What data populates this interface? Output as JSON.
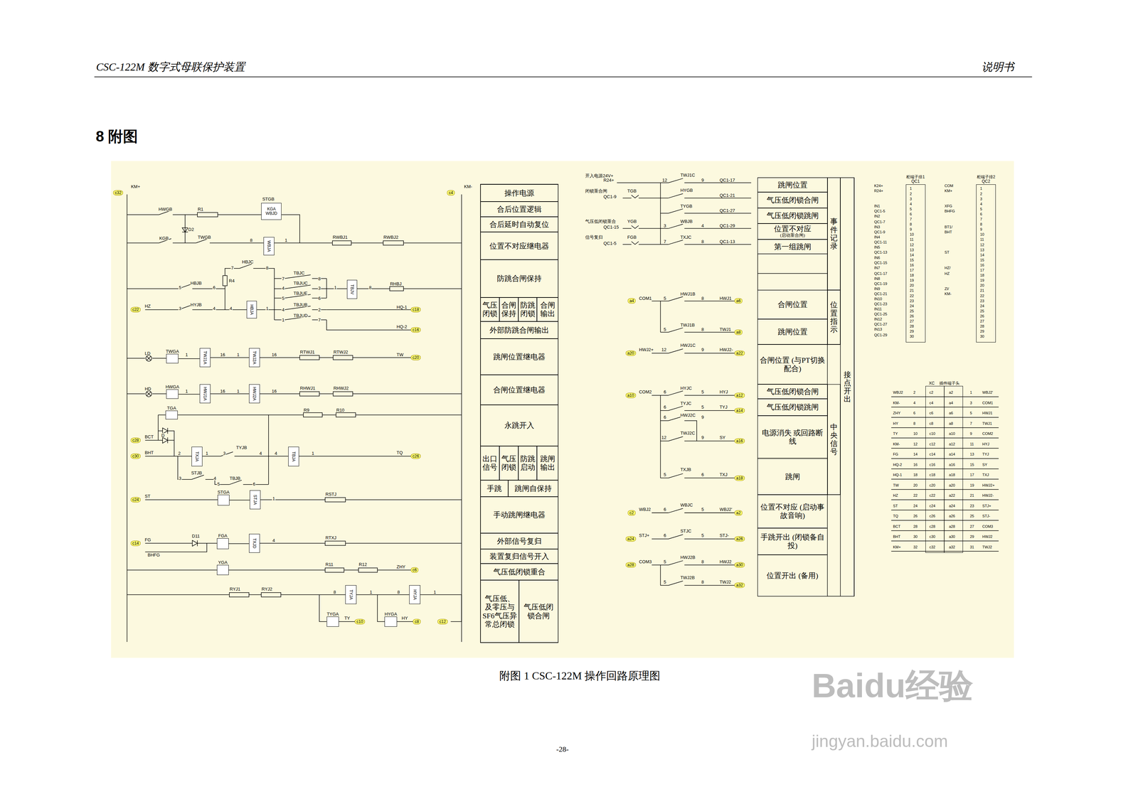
{
  "diagram": {
    "title": "8 附图",
    "caption": "附图 1 CSC-122M 操作回路原理图",
    "nodes": [
      {
        "text": [
          "KGA",
          "WBJD"
        ]
      },
      {
        "text": [
          "WBJA"
        ]
      },
      {
        "text": [
          "HBJA"
        ]
      },
      {
        "text": [
          "TBJV"
        ]
      },
      {
        "text": [
          "TWGA"
        ]
      },
      {
        "text": [
          "TWJ1A"
        ]
      },
      {
        "text": [
          "TWJ2A"
        ]
      },
      {
        "text": [
          "HWGA"
        ]
      },
      {
        "text": [
          "HWJ1A"
        ]
      },
      {
        "text": [
          "HWJ2A"
        ]
      },
      {
        "text": [
          "TGA"
        ]
      },
      {
        "text": [
          "TXJA"
        ]
      },
      {
        "text": [
          "TBJA"
        ]
      },
      {
        "text": [
          "STGA"
        ]
      },
      {
        "text": [
          "STJA"
        ]
      },
      {
        "text": [
          "FGA"
        ]
      },
      {
        "text": [
          "TXJD"
        ]
      },
      {
        "text": [
          "YGA"
        ]
      },
      {
        "text": [
          "TYJA"
        ]
      },
      {
        "text": [
          "HYJA"
        ]
      },
      {
        "text": [
          "TYGA"
        ]
      },
      {
        "text": [
          "HYGA"
        ]
      },
      {
        "text": [
          "操作电源"
        ]
      },
      {
        "text": [
          "合后位置逻辑"
        ]
      },
      {
        "text": [
          "合后延时自动复位"
        ]
      },
      {
        "text": [
          "位置不对应继电器"
        ]
      },
      {
        "text": [
          "防跳合闸保持"
        ]
      },
      {
        "text": [
          "气压闭锁"
        ]
      },
      {
        "text": [
          "合闸保持"
        ]
      },
      {
        "text": [
          "防跳闭锁"
        ]
      },
      {
        "text": [
          "合闸输出"
        ]
      },
      {
        "text": [
          "外部防跳合闸输出"
        ]
      },
      {
        "text": [
          "跳闸位置继电器"
        ]
      },
      {
        "text": [
          "合闸位置继电器"
        ]
      },
      {
        "text": [
          "永跳开入"
        ]
      },
      {
        "text": [
          "出口信号"
        ]
      },
      {
        "text": [
          "气压闭锁"
        ]
      },
      {
        "text": [
          "防跳启动"
        ]
      },
      {
        "text": [
          "跳闸输出"
        ]
      },
      {
        "text": [
          "手跳"
        ]
      },
      {
        "text": [
          "跳闸自保持"
        ]
      },
      {
        "text": [
          "手动跳闸继电器"
        ]
      },
      {
        "text": [
          "外部信号复归"
        ]
      },
      {
        "text": [
          "装置复归信号开入"
        ]
      },
      {
        "text": [
          "气压低闭锁重合"
        ]
      },
      {
        "text": [
          "气压低、及零压与SF6气压异常总闭锁"
        ]
      },
      {
        "text": [
          "气压低闭锁合闸"
        ]
      },
      {
        "text": [
          "跳闸位置"
        ]
      },
      {
        "text": [
          "气压低闭锁合闸"
        ]
      },
      {
        "text": [
          "气压低闭锁跳闸"
        ]
      },
      {
        "text": [
          "位置不对应",
          "(启动重合闸)"
        ]
      },
      {
        "text": [
          "第一组跳闸"
        ]
      },
      {
        "text": [
          "合闸位置"
        ]
      },
      {
        "text": [
          "跳闸位置"
        ]
      },
      {
        "text": [
          "合闸位置 (与PT切换配合)"
        ]
      },
      {
        "text": [
          "气压低闭锁合闸"
        ]
      },
      {
        "text": [
          "气压低闭锁跳闸"
        ]
      },
      {
        "text": [
          "电源消失 或回路断线"
        ]
      },
      {
        "text": [
          "跳闸"
        ]
      },
      {
        "text": [
          "位置不对应 (启动事故音响)"
        ]
      },
      {
        "text": [
          "手跳开出 (闭锁备自投)"
        ]
      },
      {
        "text": [
          "位置开出 (备用)"
        ]
      },
      {
        "text": [
          "事件记录"
        ]
      },
      {
        "text": [
          "位置指示"
        ]
      },
      {
        "text": [
          "中央信号"
        ]
      },
      {
        "text": [
          "接点开出"
        ]
      },
      {
        "text": [
          "柜端子排1",
          "QC1"
        ]
      },
      {
        "text": [
          "柜端子排2",
          "QC2"
        ]
      },
      {
        "text": [
          "XC",
          "插件端子头"
        ]
      }
    ],
    "edges": [
      {
        "from": 4,
        "to": 5,
        "arrow": "none"
      },
      {
        "from": 5,
        "to": 6,
        "arrow": "none"
      },
      {
        "from": 7,
        "to": 8,
        "arrow": "none"
      },
      {
        "from": 8,
        "to": 9,
        "arrow": "none"
      },
      {
        "from": 13,
        "to": 14,
        "arrow": "none"
      },
      {
        "from": 15,
        "to": 16,
        "arrow": "none"
      }
    ],
    "labels": [
      "CSC-122M 数字式母联保护装置",
      "说明书",
      "-28-",
      "Baidu经验",
      "jingyan.baidu.com",
      "c32",
      "KM+",
      "c4",
      "KM-",
      "HWGB",
      "R1",
      "STGB",
      "D2",
      "KGB",
      "TWGB",
      "8",
      "1",
      "RWBJ1",
      "RWBJ2",
      "HBJC",
      "7",
      "8",
      "R4",
      "TBJC",
      "7",
      "8",
      "HBJB",
      "5",
      "6",
      "TBJUC",
      "4",
      "3",
      "1",
      "8",
      "RHBJ",
      "TBJUE",
      "5",
      "6",
      "HYJB",
      "c22",
      "HZ",
      "3",
      "4",
      "4",
      "1",
      "TBJUB",
      "4",
      "2",
      "HQ-1",
      "c18",
      "TBJUD",
      "1",
      "7",
      "HQ-2",
      "c16",
      "LD",
      "1",
      "16",
      "1",
      "16",
      "RTWJ1",
      "RTWJ2",
      "TW",
      "c20",
      "HD",
      "1",
      "16",
      "1",
      "16",
      "RHWJ1",
      "RHWJ2",
      "R9",
      "R10",
      "D",
      "BCT",
      "c28",
      "c30",
      "BHT",
      "2",
      "1",
      "TYJB",
      "3",
      "4",
      "4",
      "1",
      "TQ",
      "c26",
      "STJB",
      "3",
      "4",
      "TBJB",
      "5",
      "6",
      "c24",
      "ST",
      "1",
      "RSTJ",
      "c14",
      "FG",
      "D11",
      "4",
      "RTXJ",
      "BHFG",
      "R11",
      "R12",
      "ZHY",
      "c6",
      "RYJ1",
      "RYJ2",
      "8",
      "1",
      "8",
      "1",
      "TY",
      "c10",
      "HY",
      "c8",
      "c12",
      "开入电源24V+",
      "R24+",
      "12",
      "TWJ1C",
      "9",
      "QC1-17",
      "闭锁重合闸",
      "TGB",
      "HYGB",
      "QC1-9",
      "QC1-21",
      "TYGB",
      "QC1-27",
      "气压低闭锁重合",
      "YGB",
      "WBJB",
      "QC1-15",
      "3",
      "4",
      "QC1-29",
      "信号复归",
      "FGB",
      "TXJC",
      "QC1-5",
      "7",
      "8",
      "QC1-13",
      "a4",
      "COM1",
      "5",
      "HWJ1B",
      "8",
      "HWJ1",
      "a6",
      "5",
      "TWJ1B",
      "8",
      "TWJ1",
      "a8",
      "a20",
      "HWJ2+",
      "12",
      "HWJ1C",
      "9",
      "HWJ2-",
      "a22",
      "a10",
      "COM2",
      "6",
      "HYJC",
      "5",
      "HYJ",
      "a12",
      "6",
      "TYJC",
      "5",
      "TYJ",
      "a14",
      "6",
      "HWJ2C",
      "9",
      "12",
      "TWJ2C",
      "9",
      "SY",
      "a16",
      "TXJB",
      "5",
      "6",
      "TXJ",
      "a18",
      "c2",
      "WBJ2",
      "6",
      "WBJC",
      "5",
      "WBJ2'",
      "a2",
      "a24",
      "STJ+",
      "6",
      "STJC",
      "5",
      "STJ-",
      "a26",
      "a28",
      "COM3",
      "5",
      "HWJ2B",
      "8",
      "HWJ2",
      "a30",
      "5",
      "TWJ2B",
      "8",
      "TWJ2",
      "a32",
      "K24+",
      "R24+",
      "IN1",
      "QC1-5",
      "IN2",
      "QC1-7",
      "IN3",
      "QC1-9",
      "IN4",
      "QC1-11",
      "IN5",
      "QC1-13",
      "IN6",
      "QC1-15",
      "IN7",
      "QC1-17",
      "IN8",
      "QC1-19",
      "IN9",
      "QC1-21",
      "IN10",
      "QC1-23",
      "IN11",
      "QC1-25",
      "IN12",
      "QC1-27",
      "IN13",
      "QC1-29",
      "COM",
      "KM+",
      "XFG",
      "BHFG",
      "BT1/",
      "BHT",
      "ST",
      "HZ/",
      "HZ",
      "ZI/",
      "KM-",
      "1",
      "2",
      "3",
      "4",
      "5",
      "6",
      "7",
      "8",
      "9",
      "10",
      "11",
      "12",
      "13",
      "14",
      "15",
      "16",
      "17",
      "18",
      "19",
      "20",
      "21",
      "22",
      "23",
      "24",
      "25",
      "26",
      "27",
      "28",
      "29",
      "30",
      "1",
      "2",
      "3",
      "4",
      "5",
      "6",
      "7",
      "8",
      "9",
      "10",
      "11",
      "12",
      "13",
      "14",
      "15",
      "16",
      "17",
      "18",
      "19",
      "20",
      "21",
      "22",
      "23",
      "24",
      "25",
      "26",
      "27",
      "28",
      "29",
      "30",
      "WBJ2",
      "2",
      "c2",
      "a2",
      "1",
      "WBJ2'",
      "KM-",
      "4",
      "c4",
      "a4",
      "3",
      "COM1",
      "ZHY",
      "6",
      "c6",
      "a6",
      "5",
      "HWJ1",
      "HY",
      "8",
      "c8",
      "a8",
      "7",
      "TWJ1",
      "TY",
      "10",
      "c10",
      "a10",
      "9",
      "COM2",
      "KM-",
      "12",
      "c12",
      "a12",
      "11",
      "HYJ",
      "FG",
      "14",
      "c14",
      "a14",
      "13",
      "TYJ",
      "HQ-2",
      "16",
      "c16",
      "a16",
      "15",
      "SY",
      "HQ-1",
      "18",
      "c18",
      "a18",
      "17",
      "TXJ",
      "TW",
      "20",
      "c20",
      "a20",
      "19",
      "HWJ2+",
      "HZ",
      "22",
      "c22",
      "a22",
      "21",
      "HWJ2-",
      "ST",
      "24",
      "c24",
      "a24",
      "23",
      "STJ+",
      "TQ",
      "26",
      "c26",
      "a26",
      "25",
      "STJ-",
      "BCT",
      "28",
      "c28",
      "a28",
      "27",
      "COM3",
      "BHT",
      "30",
      "c30",
      "a30",
      "29",
      "HWJ2",
      "KM+",
      "32",
      "c32",
      "a32",
      "31",
      "TWJ2"
    ]
  }
}
